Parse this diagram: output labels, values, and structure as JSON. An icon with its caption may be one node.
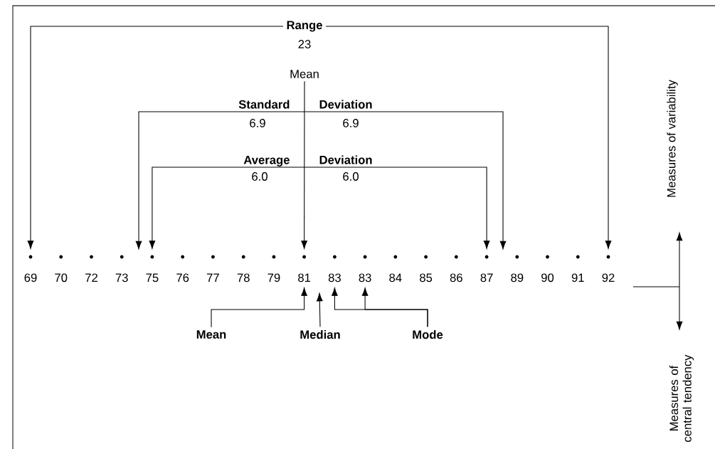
{
  "diagram": {
    "nodes": [
      {
        "text": [
          "69"
        ]
      },
      {
        "text": [
          "70"
        ]
      },
      {
        "text": [
          "72"
        ]
      },
      {
        "text": [
          "73"
        ]
      },
      {
        "text": [
          "75"
        ]
      },
      {
        "text": [
          "76"
        ]
      },
      {
        "text": [
          "77"
        ]
      },
      {
        "text": [
          "78"
        ]
      },
      {
        "text": [
          "79"
        ]
      },
      {
        "text": [
          "81"
        ]
      },
      {
        "text": [
          "83"
        ]
      },
      {
        "text": [
          "83"
        ]
      },
      {
        "text": [
          "84"
        ]
      },
      {
        "text": [
          "85"
        ]
      },
      {
        "text": [
          "86"
        ]
      },
      {
        "text": [
          "87"
        ]
      },
      {
        "text": [
          "89"
        ]
      },
      {
        "text": [
          "90"
        ]
      },
      {
        "text": [
          "91"
        ]
      },
      {
        "text": [
          "92"
        ]
      },
      {
        "text": [
          "Range"
        ],
        "beside": [
          "23"
        ]
      },
      {
        "text": [
          "Mean"
        ]
      },
      {
        "text": [
          "Standard"
        ],
        "beside": [
          "6.9"
        ]
      },
      {
        "text": [
          "Deviation"
        ],
        "beside": [
          "6.9"
        ]
      },
      {
        "text": [
          "Average"
        ],
        "beside": [
          "6.0"
        ]
      },
      {
        "text": [
          "Deviation"
        ],
        "beside": [
          "6.0"
        ]
      },
      {
        "text": [
          "Mean"
        ]
      },
      {
        "text": [
          "Median"
        ]
      },
      {
        "text": [
          "Mode"
        ]
      }
    ],
    "edges": [
      {
        "from": 20,
        "to": 0,
        "arrow": "to"
      },
      {
        "from": 20,
        "to": 19,
        "arrow": "to"
      },
      {
        "from": 21,
        "to": 9,
        "arrow": "to"
      },
      {
        "from": 22,
        "to": null,
        "arrow": "to"
      },
      {
        "from": 23,
        "to": null,
        "arrow": "to"
      },
      {
        "from": 24,
        "to": 4,
        "arrow": "to"
      },
      {
        "from": 25,
        "to": 15,
        "arrow": "to"
      },
      {
        "from": 26,
        "to": 9,
        "arrow": "to"
      },
      {
        "from": 27,
        "to": null,
        "arrow": "to"
      },
      {
        "from": 28,
        "to": 10,
        "arrow": "to"
      },
      {
        "from": 28,
        "to": 11,
        "arrow": "to"
      }
    ],
    "labels": [
      "Measures of variability",
      "Measures of central tendency"
    ]
  }
}
